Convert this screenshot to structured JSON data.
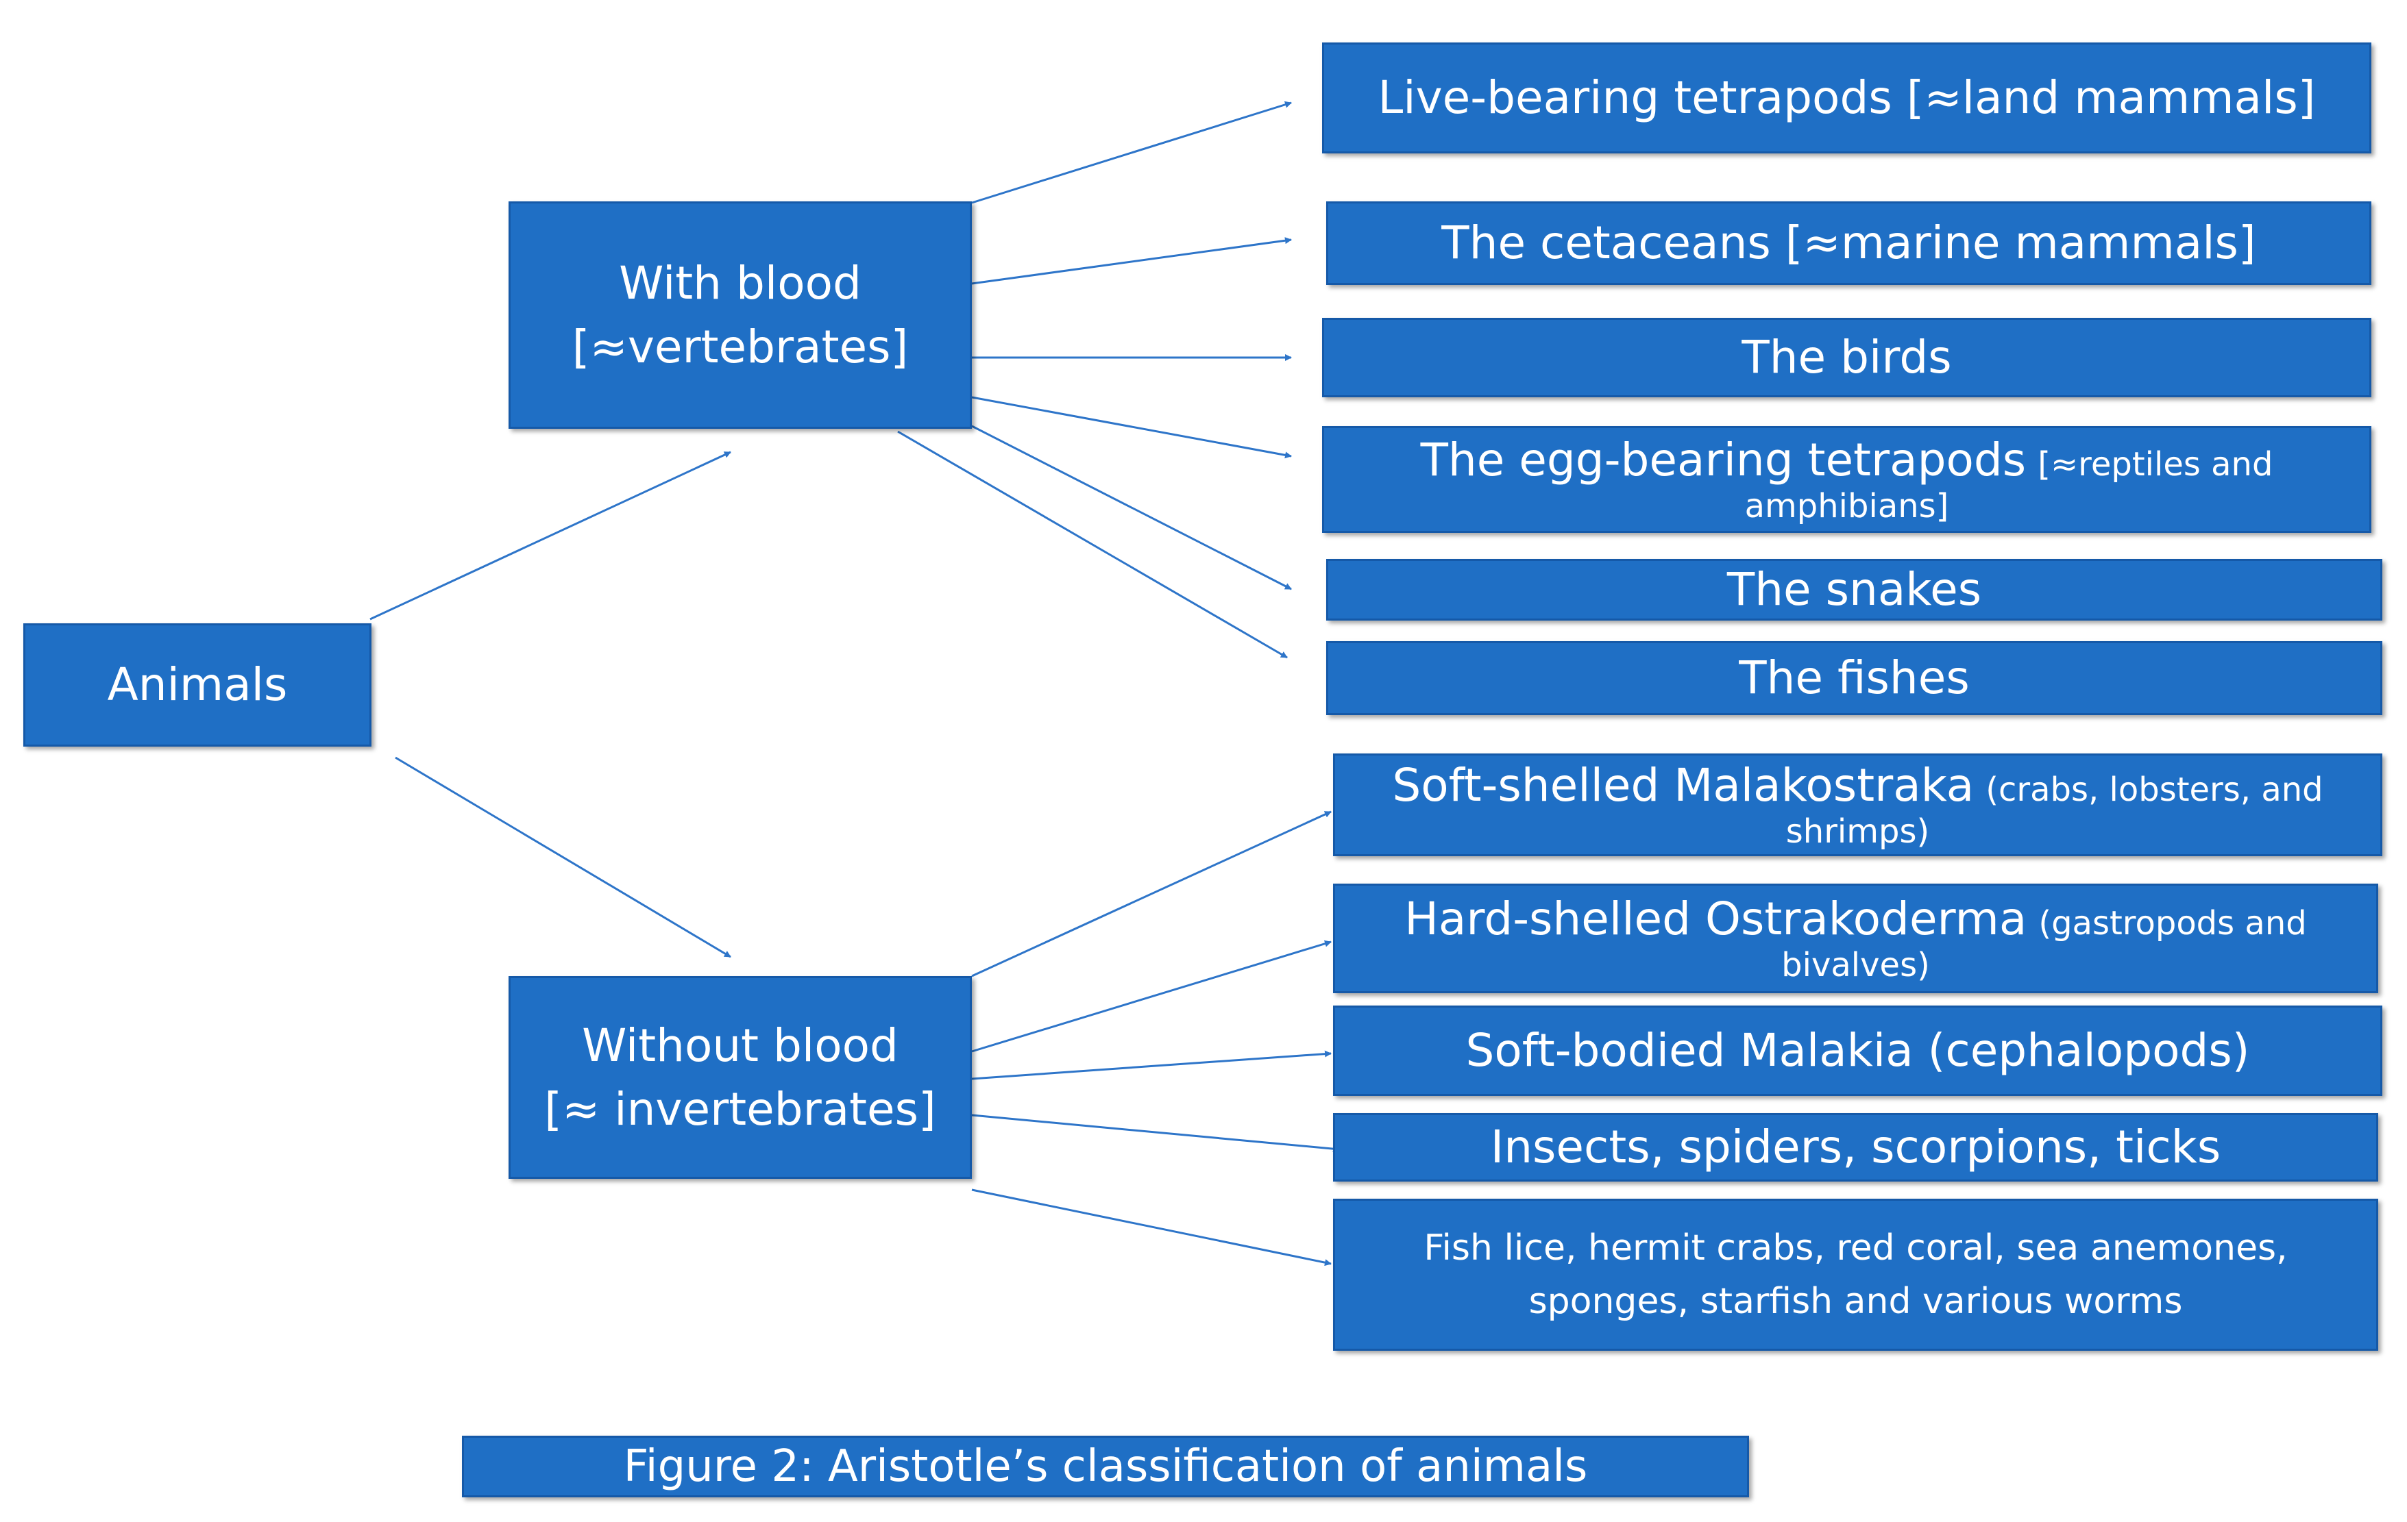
{
  "colors": {
    "box_fill": "#1F6FC5",
    "box_border": "#1559A8",
    "text": "#FFFFFF",
    "arrow": "#2E75C9"
  },
  "root": {
    "label": "Animals"
  },
  "groups": {
    "with_blood": {
      "line1": "With blood",
      "line2": "[≈vertebrates]"
    },
    "without_blood": {
      "line1": "Without blood",
      "line2": "[≈ invertebrates]"
    }
  },
  "with_blood_items": [
    {
      "main": "Live-bearing tetrapods [≈land mammals]"
    },
    {
      "main": "The cetaceans  [≈marine mammals]"
    },
    {
      "main": "The birds"
    },
    {
      "main": "The egg-bearing tetrapods",
      "note": "[≈reptiles and",
      "note2": "amphibians]"
    },
    {
      "main": "The snakes"
    },
    {
      "main": "The fishes"
    }
  ],
  "without_blood_items": [
    {
      "main": "Soft-shelled Malakostraka",
      "note": "(crabs, lobsters, and",
      "note2": "shrimps)"
    },
    {
      "main": "Hard-shelled Ostrakoderma",
      "note": "(gastropods and",
      "note2": "bivalves)"
    },
    {
      "main": "Soft-bodied Malakia (cephalopods)"
    },
    {
      "main": "Insects, spiders, scorpions, ticks"
    },
    {
      "line1": "Fish lice, hermit crabs, red coral, sea anemones,",
      "line2": "sponges,  starfish and various worms"
    }
  ],
  "caption": "Figure  2: Aristotle’s classification of animals"
}
